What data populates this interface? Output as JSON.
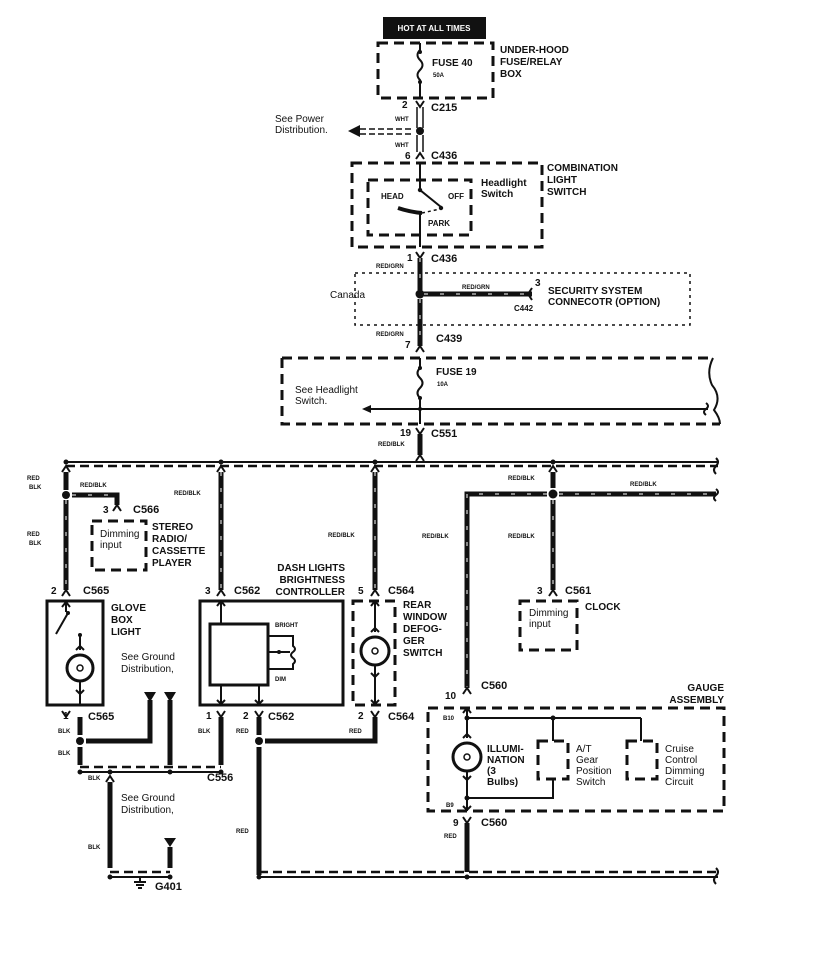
{
  "title_badge": "HOT AT ALL TIMES",
  "underhood_box": {
    "title_lines": [
      "UNDER-HOOD",
      "FUSE/RELAY",
      "BOX"
    ],
    "fuse_label": "FUSE 40",
    "fuse_rating": "50A"
  },
  "c215": {
    "pin": "2",
    "name": "C215",
    "wire": "WHT"
  },
  "power_dist": {
    "lines": [
      "See Power",
      "Distribution."
    ]
  },
  "c436_top": {
    "pin": "6",
    "name": "C436",
    "wire": "WHT"
  },
  "combo_switch": {
    "title_lines": [
      "COMBINATION",
      "LIGHT",
      "SWITCH"
    ],
    "sub_lines": [
      "Headlight",
      "Switch"
    ],
    "pos_head": "HEAD",
    "pos_off": "OFF",
    "pos_park": "PARK"
  },
  "c436_bottom": {
    "pin": "1",
    "name": "C436",
    "wire": "RED/GRN"
  },
  "canada_box": {
    "region": "Canada",
    "wire": "RED/GRN",
    "pin": "3",
    "connector": "C442",
    "title_lines": [
      "SECURITY SYSTEM",
      "CONNECOTR (OPTION)"
    ]
  },
  "c439": {
    "pin": "7",
    "name": "C439",
    "wire": "RED/GRN"
  },
  "fuse19_box": {
    "fuse_label": "FUSE 19",
    "fuse_rating": "10A",
    "ref_lines": [
      "See Headlight",
      "Switch."
    ]
  },
  "c551": {
    "pin": "19",
    "name": "C551",
    "wire": "RED/BLK"
  },
  "glove_box": {
    "bus_wire": [
      "RED",
      "BLK"
    ],
    "branch_wire": "RED/BLK",
    "lower_wire": [
      "RED",
      "BLK"
    ],
    "top_pin": "2",
    "top_conn": "C565",
    "title_lines": [
      "GLOVE",
      "BOX",
      "LIGHT"
    ],
    "bottom_pin": "1",
    "bottom_conn": "C565",
    "ground_wire": "BLK",
    "ground_wire2": "BLK"
  },
  "stereo": {
    "pin": "3",
    "connector": "C566",
    "inner_lines": [
      "Dimming",
      "input"
    ],
    "title_lines": [
      "STEREO",
      "RADIO/",
      "CASSETTE",
      "PLAYER"
    ]
  },
  "ground_ref_1": {
    "lines": [
      "See Ground",
      "Distribution,"
    ]
  },
  "dash_controller": {
    "wire": "RED/BLK",
    "top_pin": "3",
    "top_conn": "C562",
    "title_lines": [
      "DASH LIGHTS",
      "BRIGHTNESS",
      "CONTROLLER"
    ],
    "bright": "BRIGHT",
    "dim": "DIM",
    "pin1": "1",
    "pin1_wire": "BLK",
    "pin2": "2",
    "pin2_wire": "RED",
    "bottom_conn": "C562"
  },
  "defogger": {
    "wire": "RED/BLK",
    "top_pin": "5",
    "top_conn": "C564",
    "title_lines": [
      "REAR",
      "WINDOW",
      "DEFOG-",
      "GER",
      "SWITCH"
    ],
    "bottom_pin": "2",
    "bottom_conn": "C564",
    "bottom_wire": "RED"
  },
  "c556": {
    "name": "C556",
    "wire": "BLK"
  },
  "ground_ref_2": {
    "lines": [
      "See Ground",
      "Distribution,"
    ],
    "wire": "BLK"
  },
  "g401": {
    "name": "G401"
  },
  "red_return": {
    "wire": "RED"
  },
  "right_branch": {
    "wire_top": "RED/BLK",
    "wire_right": "RED/BLK",
    "wire_left": "RED/BLK",
    "wire_clock": "RED/BLK"
  },
  "clock": {
    "pin": "3",
    "connector": "C561",
    "inner_lines": [
      "Dimming",
      "input"
    ],
    "title": "CLOCK"
  },
  "gauge": {
    "top_pin": "10",
    "top_conn": "C560",
    "title_lines": [
      "GAUGE",
      "ASSEMBLY"
    ],
    "term_top": "B10",
    "term_bottom": "B9",
    "illum_lines": [
      "ILLUMI-",
      "NATION",
      "(3",
      "Bulbs)"
    ],
    "at_lines": [
      "A/T",
      "Gear",
      "Position",
      "Switch"
    ],
    "cruise_lines": [
      "Cruise",
      "Control",
      "Dimming",
      "Circuit"
    ],
    "bottom_pin": "9",
    "bottom_conn": "C560",
    "bottom_wire": "RED"
  }
}
